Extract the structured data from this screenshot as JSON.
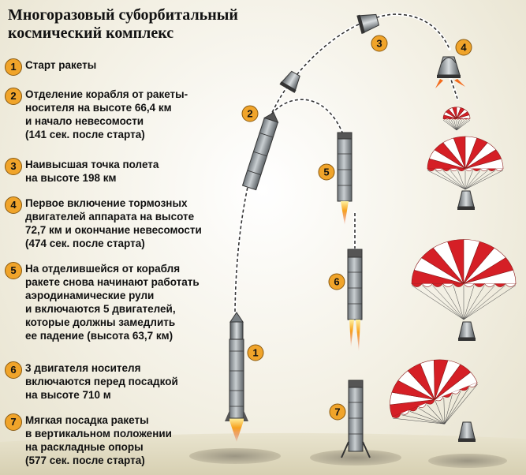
{
  "title": "Многоразовый суборбитальный\nкосмический комплекс",
  "colors": {
    "badge": "#f0a42a",
    "parachute_red": "#d51f26",
    "rocket_body": "#9aa0a4",
    "flame": "#f36a1b"
  },
  "steps": [
    {
      "number": "1",
      "text": "Старт ракеты"
    },
    {
      "number": "2",
      "text": "Отделение корабля от ракеты-\nносителя на высоте 66,4 км\nи начало невесомости\n(141 сек. после старта)"
    },
    {
      "number": "3",
      "text": "Наивысшая точка полета\nна высоте 198 км"
    },
    {
      "number": "4",
      "text": "Первое включение тормозных\nдвигателей аппарата на высоте\n72,7 км и окончание невесомости\n(474 сек. после старта)"
    },
    {
      "number": "5",
      "text": "На отделившейся от корабля\nракете снова начинают работать\nаэродинамические рули\nи включаются 5 двигателей,\nкоторые должны замедлить\nее падение (высота 63,7 км)"
    },
    {
      "number": "6",
      "text": "3 двигателя носителя\nвключаются перед посадкой\nна высоте 710 м"
    },
    {
      "number": "7",
      "text": "Мягкая посадка ракеты\nв вертикальном положении\nна раскладные опоры\n(577 сек. после старта)"
    }
  ],
  "markers": [
    "1",
    "2",
    "3",
    "4",
    "5",
    "6",
    "7"
  ],
  "icons": [
    "rocket-icon",
    "capsule-icon",
    "parachute-icon",
    "flame-icon",
    "landing-pad-icon"
  ]
}
